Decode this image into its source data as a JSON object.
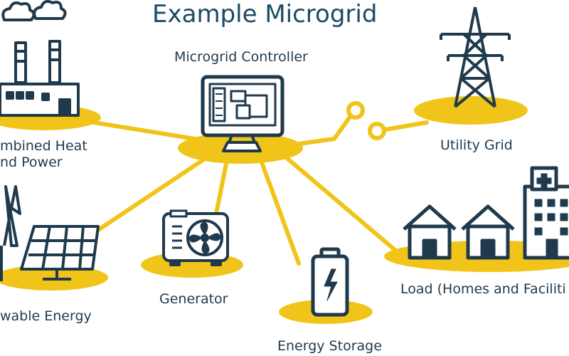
{
  "title": "Example Microgrid",
  "nodes": {
    "controller": {
      "label": "Microgrid Controller",
      "icon": "monitor-icon"
    },
    "chp": {
      "label_line1": "mbined Heat",
      "label_line2": "nd Power",
      "icon": "factory-icon"
    },
    "utility": {
      "label": "Utility Grid",
      "icon": "power-tower-icon"
    },
    "renewable": {
      "label": "wable Energy",
      "icon": "solar-wind-icon"
    },
    "generator": {
      "label": "Generator",
      "icon": "generator-icon"
    },
    "storage": {
      "label": "Energy Storage",
      "icon": "battery-icon"
    },
    "load": {
      "label": "Load (Homes and Faciliti",
      "icon": "houses-hospital-icon"
    }
  },
  "colors": {
    "accent": "#f0c419",
    "ink": "#1f3a4d",
    "title": "#1c4b67"
  }
}
